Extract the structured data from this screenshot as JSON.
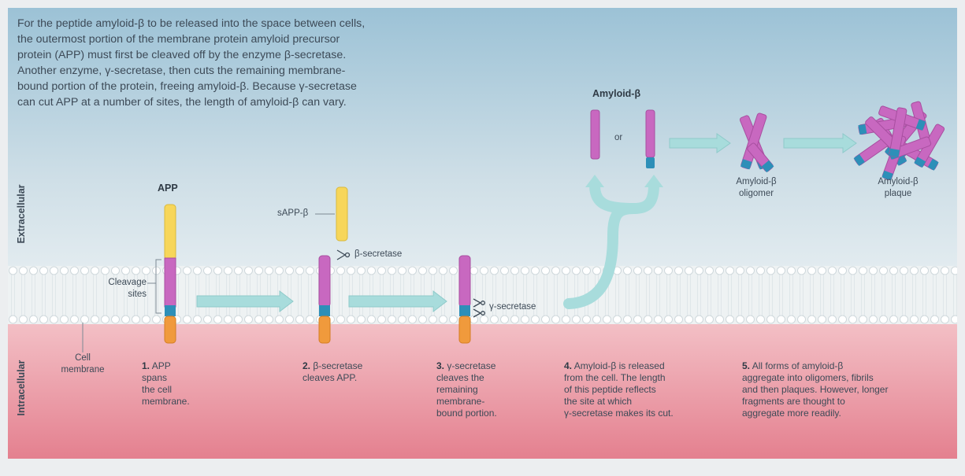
{
  "intro_text": "For the peptide amyloid-β to be released into the space between cells,\nthe outermost portion of the membrane protein amyloid precursor\nprotein (APP) must first be cleaved off by the enzyme β-secretase.\nAnother enzyme, γ-secretase, then cuts the remaining membrane-\nbound portion of the protein, freeing amyloid-β. Because γ-secretase\ncan cut APP at a number of sites, the length of amyloid-β can vary.",
  "regions": {
    "extracellular": "Extracellular",
    "intracellular": "Intracellular"
  },
  "labels": {
    "app": "APP",
    "cleavage_sites": "Cleavage\nsites",
    "sapp_beta": "sAPP-β",
    "beta_secretase": "β-secretase",
    "gamma_secretase": "γ-secretase",
    "amyloid_beta": "Amyloid-β",
    "or": "or",
    "oligomer": "Amyloid-β\noligomer",
    "plaque": "Amyloid-β\nplaque",
    "cell_membrane": "Cell\nmembrane"
  },
  "steps": [
    {
      "num": "1.",
      "text": " APP\nspans\nthe cell\nmembrane."
    },
    {
      "num": "2.",
      "text": " β-secretase\ncleaves APP."
    },
    {
      "num": "3.",
      "text": " γ-secretase\ncleaves the\nremaining\nmembrane-\nbound portion."
    },
    {
      "num": "4.",
      "text": " Amyloid-β is released\nfrom the cell. The length\nof this peptide reflects\nthe site at which\nγ-secretase makes its cut."
    },
    {
      "num": "5.",
      "text": " All forms of amyloid-β\naggregate into oligomers, fibrils\nand then plaques. However, longer\nfragments are thought to\naggregate more readily."
    }
  ],
  "colors": {
    "extracellular_top": "#9cc2d6",
    "extracellular_bottom": "#e8eff3",
    "intracellular": "#e88f9c",
    "app_yellow": "#f7d65a",
    "app_magenta": "#c868c0",
    "app_blue": "#2d8fb8",
    "app_orange": "#f09a3c",
    "arrow": "#a8dcdc"
  }
}
